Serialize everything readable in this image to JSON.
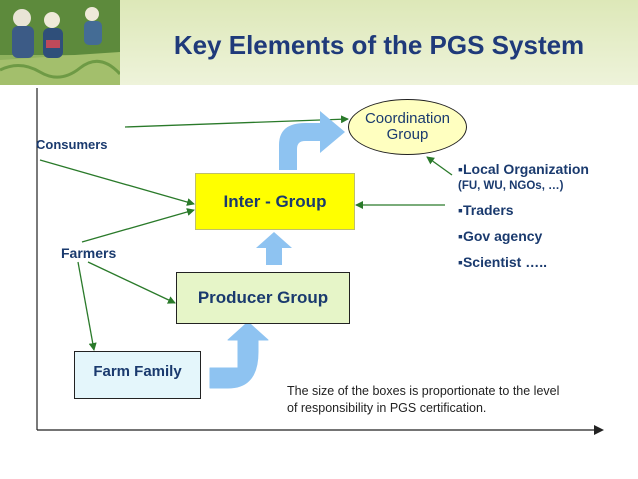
{
  "header": {
    "title": "Key Elements of the PGS System",
    "photo": "farm-workers-photo"
  },
  "boxes": {
    "coordination": {
      "line1": "Coordination",
      "line2": "Group"
    },
    "inter_group": "Inter - Group",
    "producer_group": "Producer Group",
    "farm_family": "Farm Family"
  },
  "labels": {
    "consumers": "Consumers",
    "farmers": "Farmers"
  },
  "side_list": {
    "bullet": "▪",
    "items": [
      "Local Organization",
      "(FU, WU, NGOs, …)",
      "Traders",
      "Gov agency",
      "Scientist ….."
    ]
  },
  "note": {
    "line1": "The size of the boxes is proportionate to the level",
    "line2": "of responsibility in PGS certification."
  },
  "colors": {
    "title": "#1f3a7a",
    "text": "#1a3a6e",
    "coordination_fill": "#ffffc0",
    "inter_fill": "#ffff00",
    "producer_fill": "#e6f5c8",
    "farm_fill": "#e4f6fb",
    "block_arrow": "#8ec3f1"
  }
}
